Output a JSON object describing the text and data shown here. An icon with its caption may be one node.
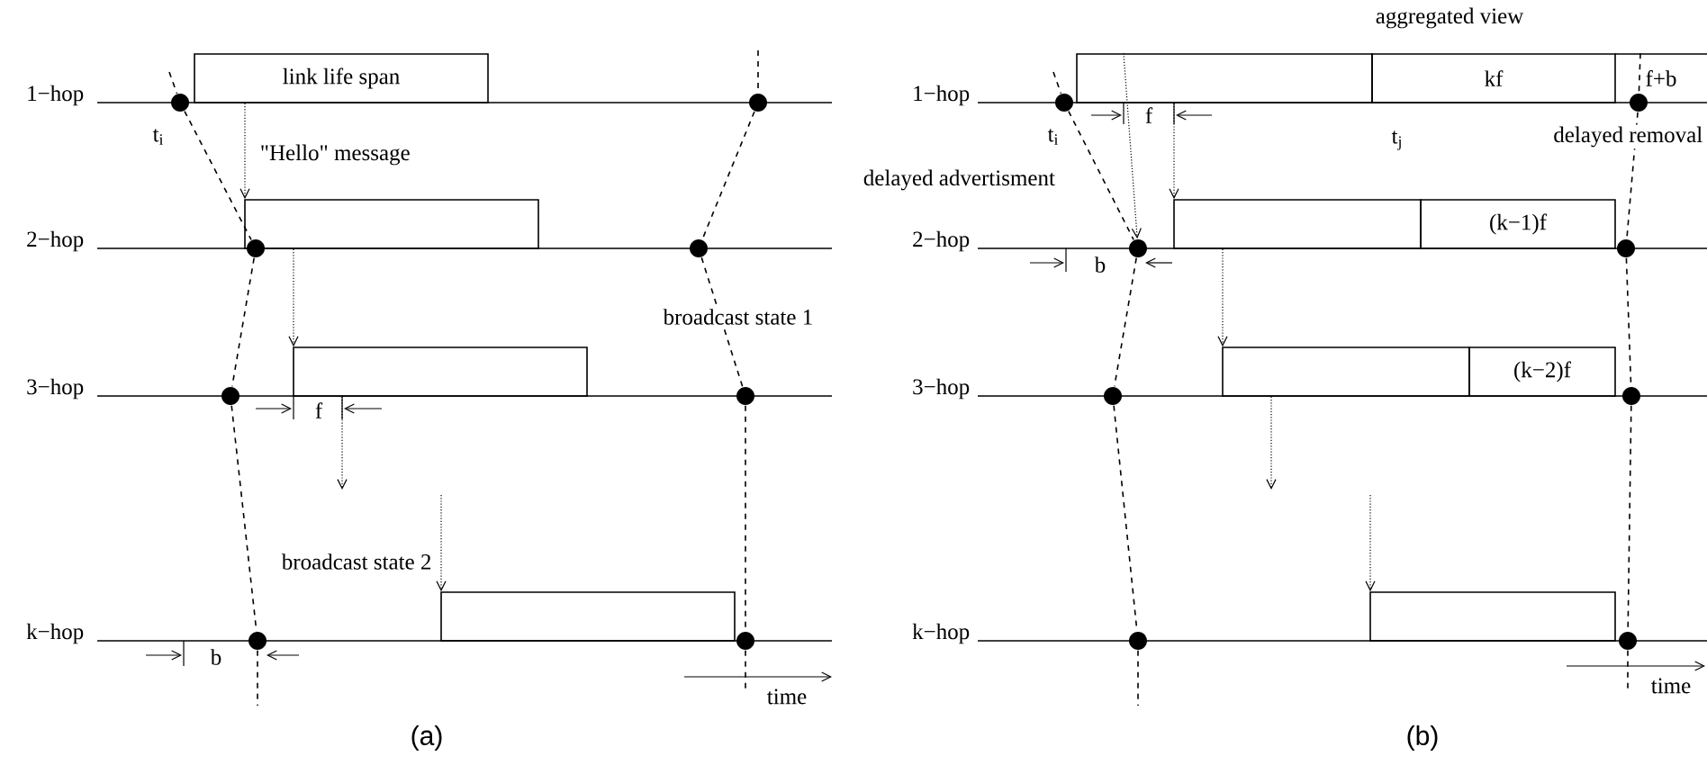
{
  "diagram": {
    "nodes": [
      {
        "text": [
          "link life span"
        ]
      },
      {
        "text": [],
        "shape": "circle"
      },
      {
        "text": [],
        "shape": "circle"
      },
      {
        "text": [],
        "shape": "box"
      },
      {
        "text": [],
        "shape": "circle"
      },
      {
        "text": [],
        "shape": "circle"
      },
      {
        "text": [],
        "shape": "box"
      },
      {
        "text": [],
        "shape": "circle"
      },
      {
        "text": [],
        "shape": "circle"
      },
      {
        "text": [],
        "shape": "box"
      },
      {
        "text": [],
        "shape": "circle"
      },
      {
        "text": [],
        "shape": "circle"
      },
      {
        "text": [],
        "shape": "box"
      },
      {
        "text": [
          "kf"
        ]
      },
      {
        "text": [
          "f+b"
        ]
      },
      {
        "text": [],
        "shape": "circle"
      },
      {
        "text": [],
        "shape": "circle"
      },
      {
        "text": [],
        "shape": "box"
      },
      {
        "text": [
          "(k−1)f"
        ]
      },
      {
        "text": [],
        "shape": "circle"
      },
      {
        "text": [],
        "shape": "circle"
      },
      {
        "text": [],
        "shape": "box"
      },
      {
        "text": [
          "(k−2)f"
        ]
      },
      {
        "text": [],
        "shape": "circle"
      },
      {
        "text": [],
        "shape": "circle"
      },
      {
        "text": [],
        "shape": "box"
      },
      {
        "text": [],
        "shape": "circle"
      },
      {
        "text": [],
        "shape": "circle"
      }
    ],
    "edges": [
      {
        "from": null,
        "to": 1,
        "arrow": "none",
        "style": "dashed"
      },
      {
        "from": 1,
        "to": 4,
        "arrow": "none",
        "style": "dashed"
      },
      {
        "from": 4,
        "to": 7,
        "arrow": "none",
        "style": "dashed"
      },
      {
        "from": 7,
        "to": 10,
        "arrow": "none",
        "style": "dashed",
        "label": "broadcast state 2"
      },
      {
        "from": 10,
        "to": null,
        "arrow": "none",
        "style": "dashed"
      },
      {
        "from": null,
        "to": 2,
        "arrow": "none",
        "style": "dashed"
      },
      {
        "from": 2,
        "to": 5,
        "arrow": "none",
        "style": "dashed"
      },
      {
        "from": 5,
        "to": 8,
        "arrow": "none",
        "style": "dashed",
        "label": "broadcast state 1"
      },
      {
        "from": 8,
        "to": 11,
        "arrow": "none",
        "style": "dashed"
      },
      {
        "from": 11,
        "to": null,
        "arrow": "none",
        "style": "dashed"
      },
      {
        "from": 0,
        "to": 3,
        "arrow": "to",
        "label": "\"Hello\" message"
      },
      {
        "from": 3,
        "to": 6,
        "arrow": "to"
      },
      {
        "from": null,
        "to": 9,
        "arrow": "to"
      },
      {
        "from": null,
        "to": 15,
        "arrow": "none",
        "style": "dashed"
      },
      {
        "from": 15,
        "to": 19,
        "arrow": "none",
        "style": "dashed"
      },
      {
        "from": 19,
        "to": 23,
        "arrow": "none",
        "style": "dashed"
      },
      {
        "from": 23,
        "to": 26,
        "arrow": "none",
        "style": "dashed"
      },
      {
        "from": 26,
        "to": null,
        "arrow": "none",
        "style": "dashed"
      },
      {
        "from": 14,
        "to": 16,
        "arrow": "none",
        "style": "dashed"
      },
      {
        "from": 16,
        "to": 20,
        "arrow": "none",
        "style": "dashed",
        "label": "delayed removal"
      },
      {
        "from": 20,
        "to": 24,
        "arrow": "none",
        "style": "dashed"
      },
      {
        "from": 24,
        "to": 27,
        "arrow": "none",
        "style": "dashed"
      },
      {
        "from": 27,
        "to": null,
        "arrow": "none",
        "style": "dashed"
      },
      {
        "from": 12,
        "to": 19,
        "arrow": "to",
        "label": "delayed advertisment"
      },
      {
        "from": 12,
        "to": 17,
        "arrow": "to"
      },
      {
        "from": 17,
        "to": 21,
        "arrow": "to"
      },
      {
        "from": null,
        "to": 25,
        "arrow": "to"
      },
      {
        "from": 6,
        "to": null,
        "arrow": "to"
      },
      {
        "from": 21,
        "to": null,
        "arrow": "to"
      }
    ],
    "labels": [
      "1−hop",
      "t$_{i}$",
      "2−hop",
      "3−hop",
      "f",
      "k−hop",
      "b",
      "time",
      "(a)",
      "aggregated view",
      "1−hop",
      "f",
      "t$_{i}$",
      "t$_{j}$",
      "2−hop",
      "b",
      "3−hop",
      "k−hop",
      "time",
      "(b)"
    ]
  }
}
